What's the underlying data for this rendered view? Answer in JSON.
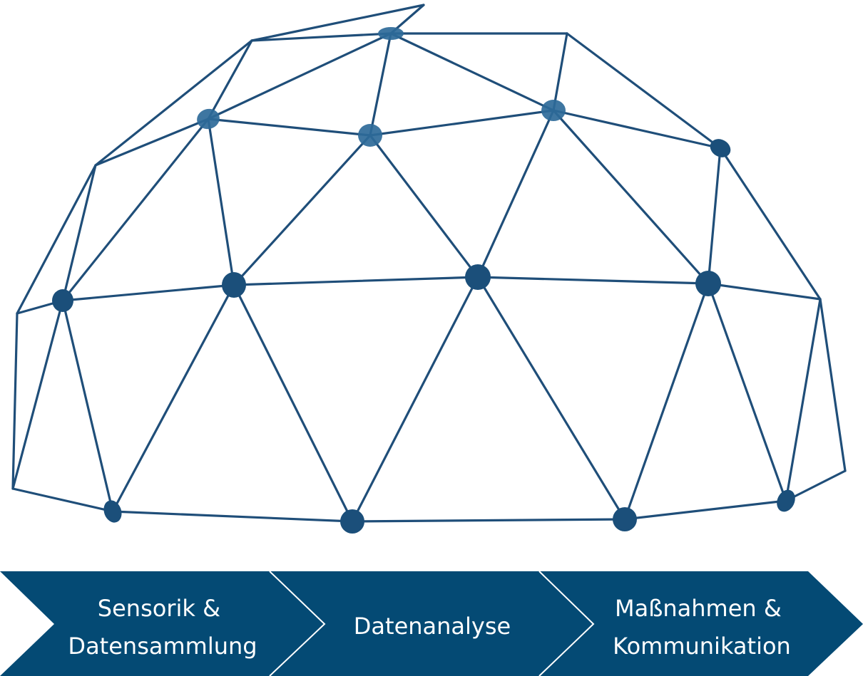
{
  "process": {
    "steps": [
      {
        "line1": "Sensorik &",
        "line2": "Datensammlung"
      },
      {
        "line1": "Datenanalyse",
        "line2": ""
      },
      {
        "line1": "Maßnahmen &",
        "line2": "Kommunikation"
      }
    ]
  },
  "colors": {
    "dome": "#1f4e79",
    "node": "#1b4f7a",
    "arrow": "#044a74",
    "arrow_text": "#ffffff"
  }
}
